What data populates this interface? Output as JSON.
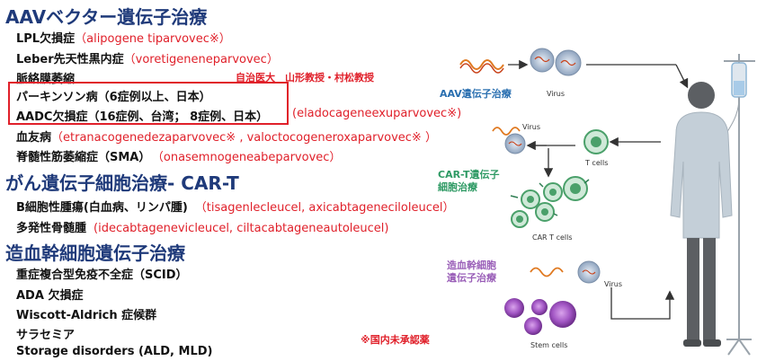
{
  "aav": {
    "heading": "AAVベクター遺伝子治療",
    "items": [
      {
        "name": "LPL欠損症",
        "drug": "（alipogene tiparvovec※）"
      },
      {
        "name": "Leber先天性黒内症",
        "drug": "（voretigeneneparvovec）"
      },
      {
        "name": "脈絡膜萎縮",
        "drug": ""
      },
      {
        "name": "パーキンソン病（6症例以上、日本）",
        "drug": ""
      },
      {
        "name": "AADC欠損症（16症例、台湾； 8症例、日本）",
        "drug": "(eladocageneexuparvovec※)"
      },
      {
        "name": "血友病",
        "drug": "（etranacogenedezaparvovec※ , valoctocogeneroxaparvovec※ ）"
      },
      {
        "name": "脊髄性筋萎縮症（SMA）",
        "drug": "（onasemnogeneabeparvovec）"
      }
    ],
    "note": "自治医大　山形教授・村松教授"
  },
  "cart": {
    "heading": "がん遺伝子細胞治療- CAR-T",
    "items": [
      {
        "name": "B細胞性腫瘍(白血病、リンパ腫)",
        "drug": "（tisagenlecleucel, axicabtageneciloleucel）"
      },
      {
        "name": "多発性骨髄腫",
        "drug": "(idecabtagenevicleucel, ciltacabtageneautoleucel)"
      }
    ]
  },
  "hsc": {
    "heading": "造血幹細胞遺伝子治療",
    "items": [
      "重症複合型免疫不全症（SCID）",
      "ADA 欠損症",
      "Wiscott-Aldrich 症候群",
      "サラセミア",
      "Storage disorders (ALD, MLD)"
    ]
  },
  "footnote": "※国内未承認薬",
  "diagram": {
    "aav_label": "AAV遺伝子治療",
    "virus1": "Virus",
    "virus2": "Virus",
    "tcells": "T cells",
    "cart_label": [
      "CAR-T遺伝子",
      "細胞治療"
    ],
    "cart_cells": "CAR T cells",
    "hsc_label": [
      "造血幹細胞",
      "遺伝子治療"
    ],
    "virus3": "Virus",
    "stem_cells": "Stem cells"
  },
  "colors": {
    "heading": "#1f3a7a",
    "red": "#e0202a",
    "aav": "#2a6fb0",
    "cart": "#2e9a64",
    "hsc": "#9a5fb8"
  }
}
